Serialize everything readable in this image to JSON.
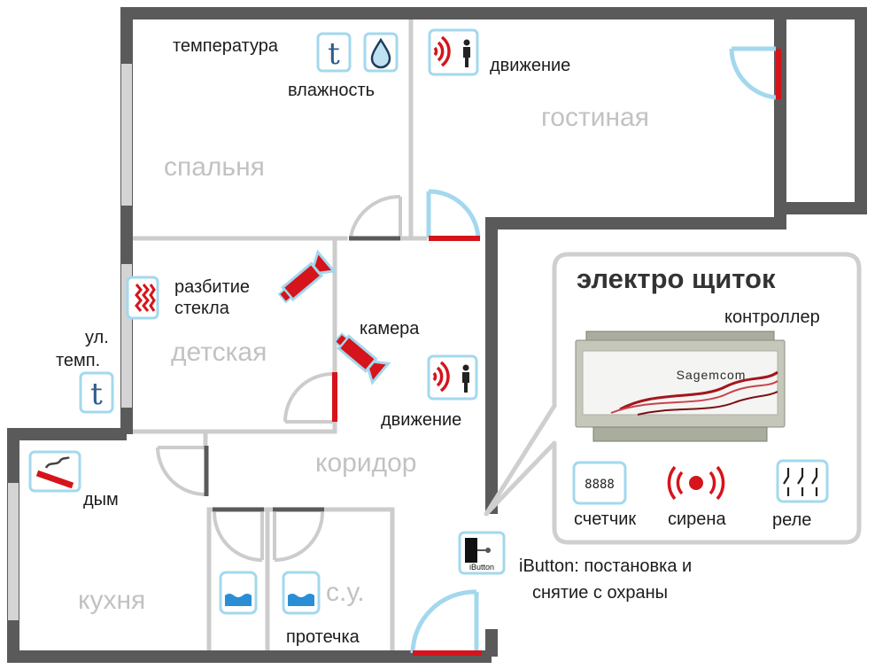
{
  "rooms": {
    "bedroom": "спальня",
    "living": "гостиная",
    "kids": "детская",
    "corridor": "коридор",
    "kitchen": "кухня",
    "bathroom": "с.у."
  },
  "sensors": {
    "temperature": "температура",
    "humidity": "влажность",
    "motion_living": "движение",
    "glass_break_1": "разбитие",
    "glass_break_2": "стекла",
    "camera": "камера",
    "motion_corridor": "движение",
    "outdoor_1": "ул.",
    "outdoor_2": "темп.",
    "smoke": "дым",
    "leak": "протечка"
  },
  "icons": {
    "temp_glyph": "t",
    "ibutton_text": "iButton"
  },
  "panel": {
    "title": "электро щиток",
    "controller": "контроллер",
    "brand": "Sagemcom",
    "meter_digits": "8888",
    "meter": "счетчик",
    "siren": "сирена",
    "relay": "реле"
  },
  "ibutton": {
    "line1": "iButton: постановка и",
    "line2": "снятие с охраны"
  },
  "colors": {
    "wall": "#5a5a5a",
    "inner_wall": "#cccccc",
    "window": "#cfcfcf",
    "door_arc": "#a3d8ee",
    "alarm_red": "#d6141b",
    "room_label": "#c2c2c2"
  }
}
